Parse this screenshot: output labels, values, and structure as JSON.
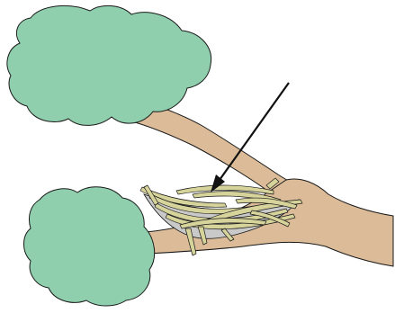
{
  "illustration": {
    "subject": "",
    "elements": [
      "upper-tree-canopy",
      "lower-tree-canopy",
      "upper-branch",
      "lower-branch",
      "nest",
      "pointer-arrow"
    ]
  },
  "colors": {
    "background": "#ffffff",
    "foliage": "#8fcfad",
    "bark": "#dcbc98",
    "nest_grass": "#d6d39b",
    "nest_shadow": "#c9c9c9",
    "outline": "#1a1a1a",
    "arrow": "#111111"
  },
  "icons": {
    "arrow": "arrow-pointing-to-nest"
  }
}
